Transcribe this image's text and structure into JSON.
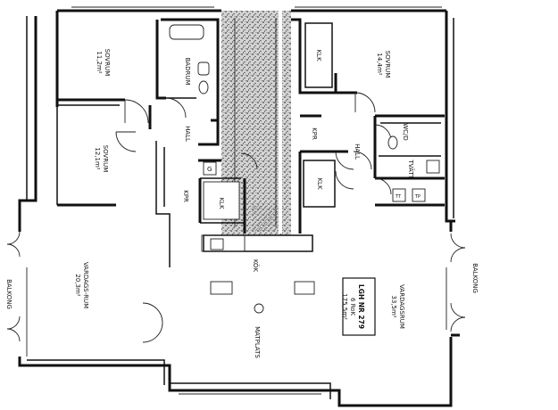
{
  "rooms": {
    "sovrum_left_1": {
      "name": "SOVRUM",
      "area": "11,2m²"
    },
    "sovrum_left_2": {
      "name": "SOVRUM",
      "area": "12,1m²"
    },
    "badrum": {
      "name": "BADRUM"
    },
    "hall_left": {
      "name": "HALL"
    },
    "kpr_left": {
      "name": "KPR"
    },
    "klk_left_small": {
      "name": "KLK"
    },
    "vardagsrum_left": {
      "name": "VARDAGS-RUM",
      "area": "20,3m²"
    },
    "balkong_left": {
      "name": "BALKONG"
    },
    "klk_right_top": {
      "name": "KLK"
    },
    "sovrum_right": {
      "name": "SOVRUM",
      "area": "14,4m²"
    },
    "kpr_right": {
      "name": "KPR"
    },
    "hall_right": {
      "name": "HALL"
    },
    "wc_dusch": {
      "name": "WC/D"
    },
    "tvatt": {
      "name": "TVÄTT"
    },
    "klk_right_mid": {
      "name": "KLK"
    },
    "kok": {
      "name": "KÖK"
    },
    "matplats": {
      "name": "MATPLATS"
    },
    "vardagsrum_right": {
      "name": "VARDAGSRUM",
      "area": "33,5m²"
    },
    "balkong_right": {
      "name": "BALKONG"
    }
  },
  "info_box": {
    "line1": "LGH NR 279",
    "line2": "6 RoK",
    "line3": "175,5m²"
  },
  "fixtures": {
    "g_label": "G",
    "tt_label": "TT",
    "tp_label": "TP"
  }
}
